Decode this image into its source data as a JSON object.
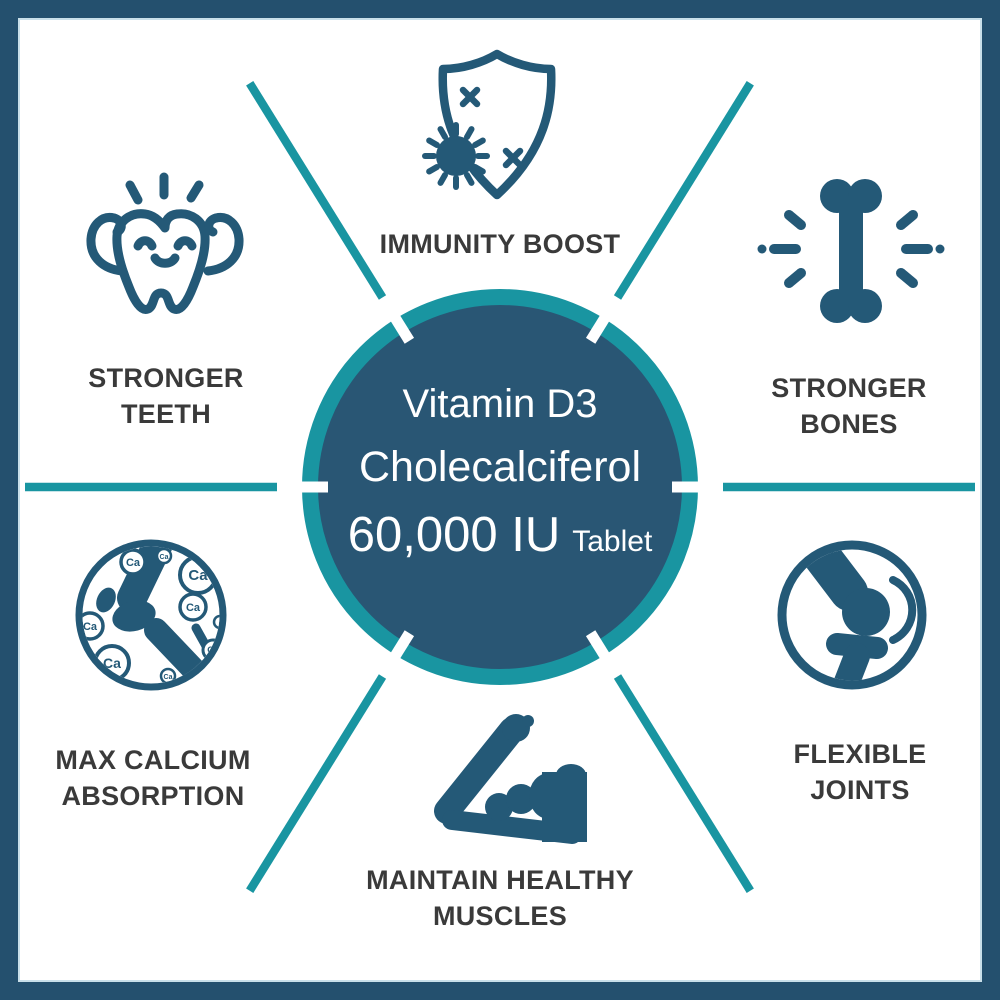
{
  "center_circle": {
    "product_line1": "Vitamin D3",
    "product_line2": "Cholecalciferol",
    "dose": "60,000 IU",
    "dose_form": "Tablet"
  },
  "benefits": [
    {
      "id": "immunity-boost",
      "icon": "shield-virus-icon",
      "lines": [
        "IMMUNITY BOOST"
      ]
    },
    {
      "id": "stronger-teeth",
      "icon": "strong-tooth-icon",
      "lines": [
        "STRONGER",
        "TEETH"
      ]
    },
    {
      "id": "stronger-bones",
      "icon": "bone-icon",
      "lines": [
        "STRONGER",
        "BONES"
      ]
    },
    {
      "id": "max-calcium-absorption",
      "icon": "calcium-joint-icon",
      "lines": [
        "MAX CALCIUM",
        "ABSORPTION"
      ]
    },
    {
      "id": "flexible-joints",
      "icon": "knee-joint-icon",
      "lines": [
        "FLEXIBLE",
        "JOINTS"
      ]
    },
    {
      "id": "maintain-healthy-muscles",
      "icon": "bicep-muscle-icon",
      "lines": [
        "MAINTAIN HEALTHY",
        "MUSCLES"
      ]
    }
  ],
  "icon_symbols": {
    "calcium": "Ca"
  },
  "colors": {
    "teal_accent": "#1995A1",
    "circle_fill": "#295674",
    "icon_blue": "#245977",
    "frame_border": "#24506E",
    "label_text": "#3A3A3A",
    "background": "#FFFFFF"
  }
}
